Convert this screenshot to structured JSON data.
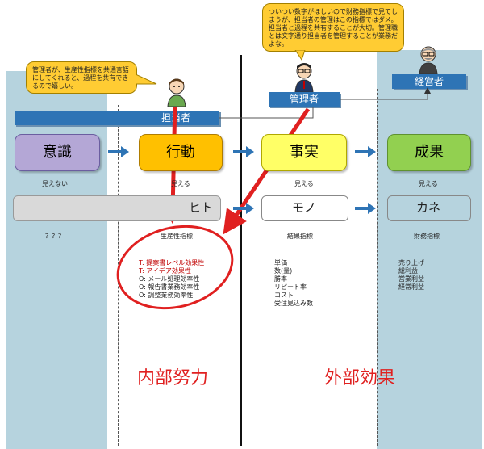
{
  "roles": {
    "tantousha": "担当者",
    "kanrisha": "管理者",
    "keieisha": "経営者"
  },
  "stages": [
    {
      "label": "意識",
      "color": "#b4a7d6",
      "visibility": "見えない"
    },
    {
      "label": "行動",
      "color": "#ffc000",
      "visibility": "見える"
    },
    {
      "label": "事実",
      "color": "#ffff66",
      "visibility": "見える"
    },
    {
      "label": "成果",
      "color": "#92d050",
      "visibility": "見える"
    }
  ],
  "resources": [
    "ヒト",
    "モノ",
    "カネ"
  ],
  "indicators": {
    "unknown": "？？？",
    "productivity": {
      "title": "生産性指標",
      "items": [
        {
          "text": "T: 提案書レベル効果性",
          "color": "#c00000"
        },
        {
          "text": "T: アイデア効果性",
          "color": "#c00000"
        },
        {
          "text": "O: メール処理効率性",
          "color": "#222222"
        },
        {
          "text": "O: 報告書業務効率性",
          "color": "#222222"
        },
        {
          "text": "O: 調整業務効率性",
          "color": "#222222"
        }
      ]
    },
    "result": {
      "title": "結果指標",
      "items": [
        "単価",
        "数(量)",
        "勝率",
        "リピート率",
        "コスト",
        "受注見込み数"
      ]
    },
    "financial": {
      "title": "財務指標",
      "items": [
        "売り上げ",
        "総利益",
        "営業利益",
        "経常利益"
      ]
    }
  },
  "bubbles": {
    "tantousha": "管理者が、生産性指標を共通言語にしてくれると、過程を共有できるので嬉しい。",
    "kanrisha": "ついつい数字がほしいので財務指標で見てしまうが、担当者の管理はこの指標ではダメ。担当者と過程を共有することが大切。管理職とは文字通り担当者を管理することが業務だよな。"
  },
  "captions": {
    "internal": "内部努力",
    "external": "外部効果"
  },
  "colors": {
    "column_bg": "#b6d3de",
    "role_bar": "#2e74b5",
    "red_arrow": "#e02020",
    "bubble": "#ffcc33"
  }
}
